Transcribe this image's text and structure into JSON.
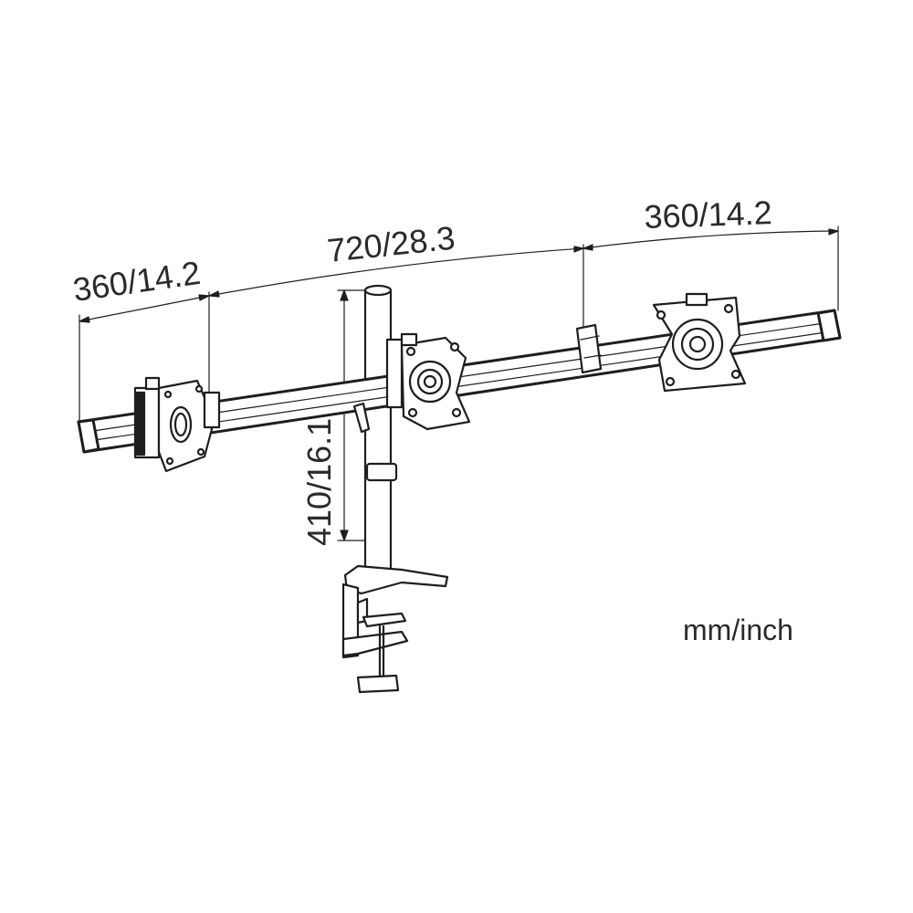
{
  "dimensions": {
    "left_arm": "360/14.2",
    "center_span": "720/28.3",
    "right_arm": "360/14.2",
    "pole_height": "410/16.1",
    "units": "mm/inch"
  },
  "colors": {
    "line": "#1e1e1e",
    "text": "#2a2a2a",
    "background": "#ffffff"
  }
}
